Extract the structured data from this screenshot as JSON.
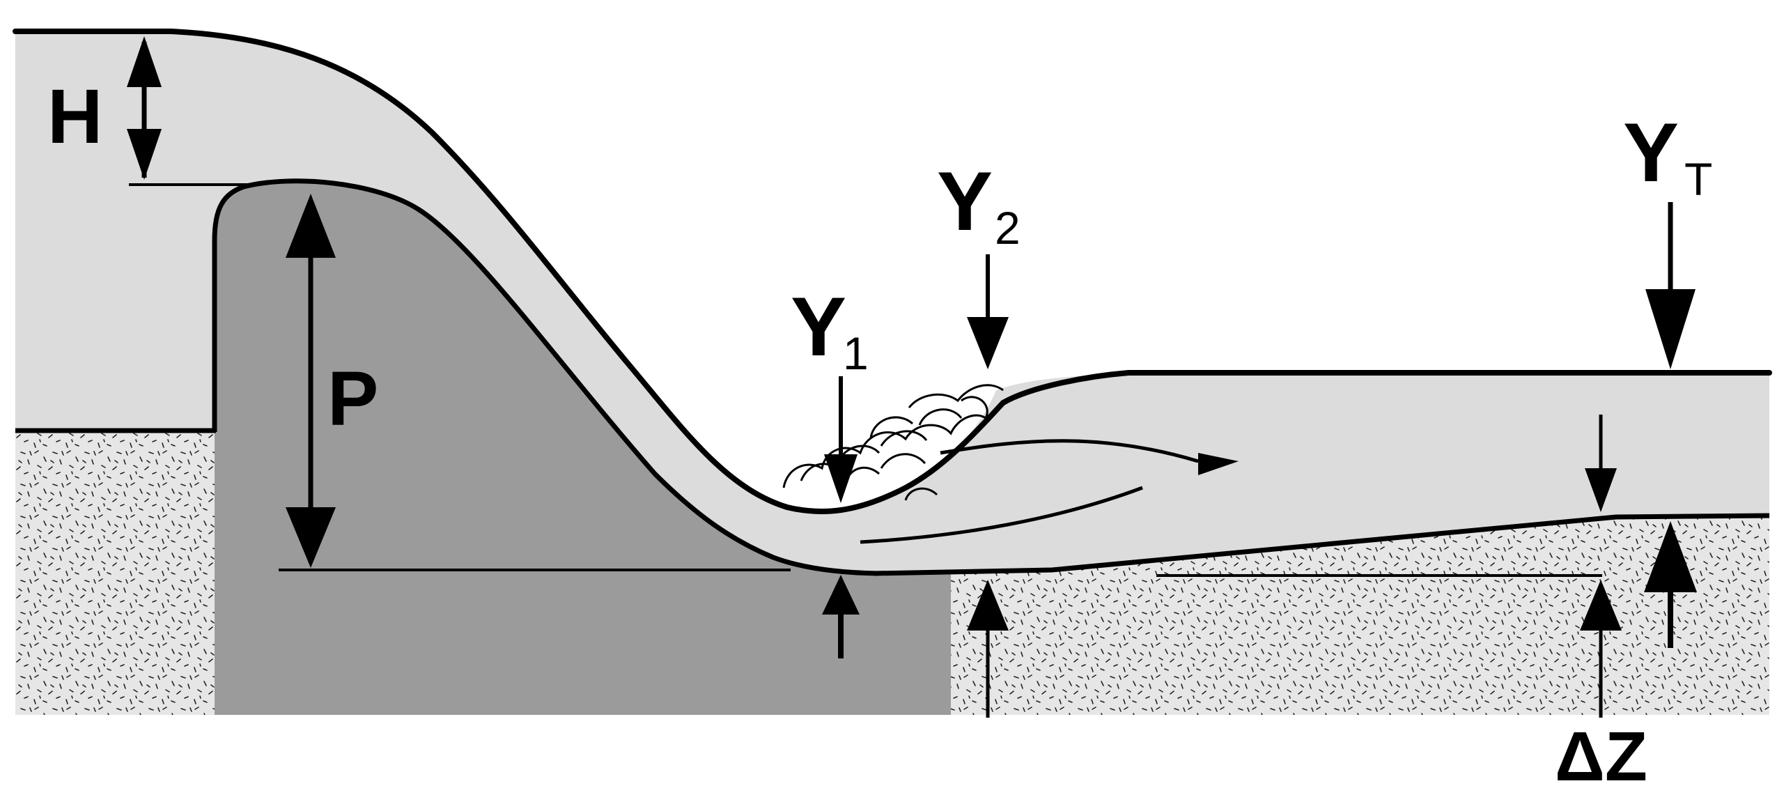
{
  "labels": {
    "head": "H",
    "weir_height": "P",
    "depth_1": "Y",
    "depth_1_sub": "1",
    "depth_2": "Y",
    "depth_2_sub": "2",
    "tailwater": "Y",
    "tailwater_sub": "T",
    "elevation_change": "ΔZ"
  },
  "colors": {
    "water": "#dcdcdc",
    "structure": "#9b9b9b",
    "soil": "#e6e6e6",
    "ink": "#000000"
  }
}
